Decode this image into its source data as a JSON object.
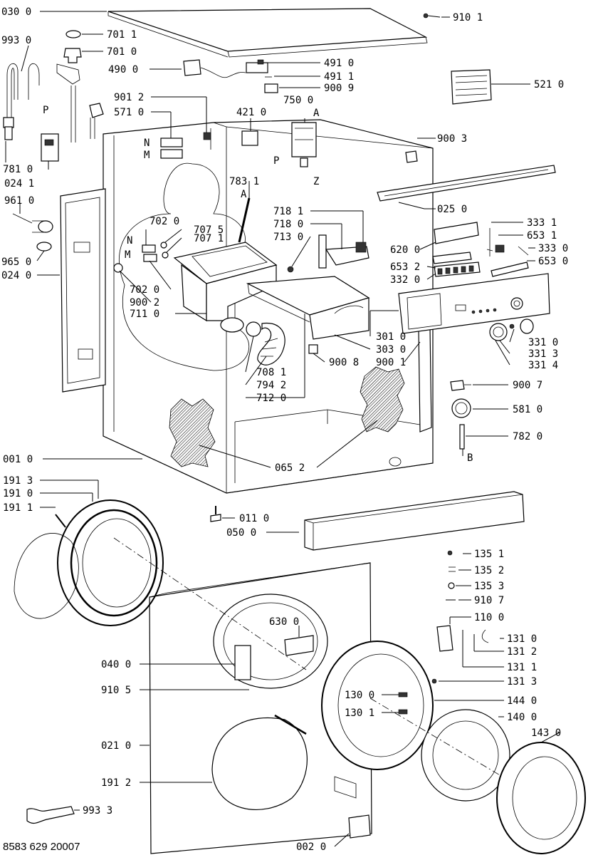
{
  "doc_number": "8583 629 20007",
  "labels": [
    {
      "id": "l0300",
      "text": "030 0"
    },
    {
      "id": "l9930",
      "text": "993 0"
    },
    {
      "id": "l7011",
      "text": "701 1"
    },
    {
      "id": "l7010",
      "text": "701 0"
    },
    {
      "id": "l4900",
      "text": "490 0"
    },
    {
      "id": "l4910",
      "text": "491 0"
    },
    {
      "id": "l4911",
      "text": "491 1"
    },
    {
      "id": "l9009",
      "text": "900 9"
    },
    {
      "id": "l9101",
      "text": "910 1"
    },
    {
      "id": "l5210",
      "text": "521 0"
    },
    {
      "id": "l9012",
      "text": "901 2"
    },
    {
      "id": "l5710",
      "text": "571 0"
    },
    {
      "id": "l4210",
      "text": "421 0"
    },
    {
      "id": "l7500",
      "text": "750 0"
    },
    {
      "id": "lA1",
      "text": "A"
    },
    {
      "id": "lP1",
      "text": "P"
    },
    {
      "id": "lP2",
      "text": "P"
    },
    {
      "id": "lZ",
      "text": "Z"
    },
    {
      "id": "lN1",
      "text": "N"
    },
    {
      "id": "lM1",
      "text": "M"
    },
    {
      "id": "l9003",
      "text": "900 3"
    },
    {
      "id": "l7810",
      "text": "781 0"
    },
    {
      "id": "l0241",
      "text": "024 1"
    },
    {
      "id": "l7831",
      "text": "783 1"
    },
    {
      "id": "lA2",
      "text": "A"
    },
    {
      "id": "l0250",
      "text": "025 0"
    },
    {
      "id": "l9610",
      "text": "961 0"
    },
    {
      "id": "l7020a",
      "text": "702 0"
    },
    {
      "id": "l7075",
      "text": "707 5"
    },
    {
      "id": "l7071",
      "text": "707 1"
    },
    {
      "id": "lN2",
      "text": "N"
    },
    {
      "id": "lM2",
      "text": "M"
    },
    {
      "id": "l7181",
      "text": "718 1"
    },
    {
      "id": "l7180",
      "text": "718 0"
    },
    {
      "id": "l7130",
      "text": "713 0"
    },
    {
      "id": "l3331",
      "text": "333 1"
    },
    {
      "id": "l6531",
      "text": "653 1"
    },
    {
      "id": "l6200",
      "text": "620 0"
    },
    {
      "id": "l3330",
      "text": "333 0"
    },
    {
      "id": "l6530",
      "text": "653 0"
    },
    {
      "id": "l9650",
      "text": "965 0"
    },
    {
      "id": "l0240",
      "text": "024 0"
    },
    {
      "id": "l6532",
      "text": "653 2"
    },
    {
      "id": "l3320",
      "text": "332 0"
    },
    {
      "id": "l7020b",
      "text": "702 0"
    },
    {
      "id": "l9002",
      "text": "900 2"
    },
    {
      "id": "l7110",
      "text": "711 0"
    },
    {
      "id": "l3010",
      "text": "301 0"
    },
    {
      "id": "l3310",
      "text": "331 0"
    },
    {
      "id": "l3030",
      "text": "303 0"
    },
    {
      "id": "l3313",
      "text": "331 3"
    },
    {
      "id": "l9008",
      "text": "900 8"
    },
    {
      "id": "l9001",
      "text": "900 1"
    },
    {
      "id": "l3314",
      "text": "331 4"
    },
    {
      "id": "l7081",
      "text": "708 1"
    },
    {
      "id": "l7942",
      "text": "794 2"
    },
    {
      "id": "l7120",
      "text": "712 0"
    },
    {
      "id": "l9007",
      "text": "900 7"
    },
    {
      "id": "l5810",
      "text": "581 0"
    },
    {
      "id": "l7820",
      "text": "782 0"
    },
    {
      "id": "l0010",
      "text": "001 0"
    },
    {
      "id": "l0652",
      "text": "065 2"
    },
    {
      "id": "lB",
      "text": "B"
    },
    {
      "id": "l1913",
      "text": "191 3"
    },
    {
      "id": "l1910",
      "text": "191 0"
    },
    {
      "id": "l1911",
      "text": "191 1"
    },
    {
      "id": "l0110",
      "text": "011 0"
    },
    {
      "id": "l0500",
      "text": "050 0"
    },
    {
      "id": "l1351",
      "text": "135 1"
    },
    {
      "id": "l1352",
      "text": "135 2"
    },
    {
      "id": "l1353",
      "text": "135 3"
    },
    {
      "id": "l9107",
      "text": "910 7"
    },
    {
      "id": "l1100",
      "text": "110 0"
    },
    {
      "id": "l6300",
      "text": "630 0"
    },
    {
      "id": "l1310",
      "text": "131 0"
    },
    {
      "id": "l1312",
      "text": "131 2"
    },
    {
      "id": "l0400",
      "text": "040 0"
    },
    {
      "id": "l1311",
      "text": "131 1"
    },
    {
      "id": "l1313",
      "text": "131 3"
    },
    {
      "id": "l9105",
      "text": "910 5"
    },
    {
      "id": "l1300",
      "text": "130 0"
    },
    {
      "id": "l1440",
      "text": "144 0"
    },
    {
      "id": "l1301",
      "text": "130 1"
    },
    {
      "id": "l1400",
      "text": "140 0"
    },
    {
      "id": "l1430",
      "text": "143 0"
    },
    {
      "id": "l0210",
      "text": "021 0"
    },
    {
      "id": "l1912",
      "text": "191 2"
    },
    {
      "id": "l9933",
      "text": "993 3"
    },
    {
      "id": "l0020",
      "text": "002 0"
    }
  ]
}
